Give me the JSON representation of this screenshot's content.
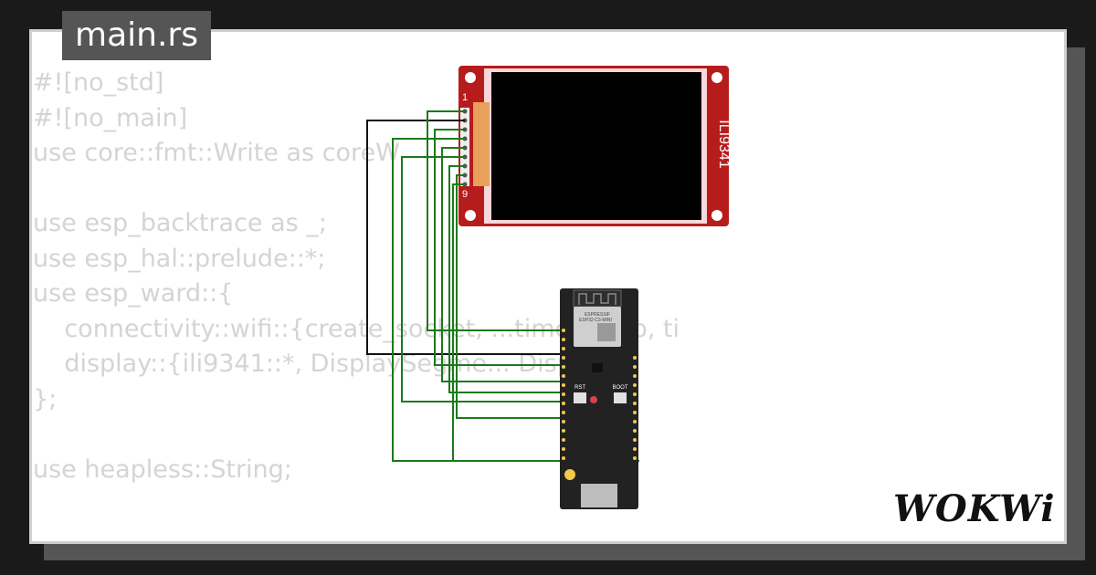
{
  "file_tab": {
    "label": "main.rs"
  },
  "code_lines": [
    "#![no_std]",
    "#![no_main]",
    "use core::fmt::Write as coreW",
    "",
    "use esp_backtrace as _;",
    "use esp_hal::prelude::*;",
    "use esp_ward::{",
    "    connectivity::wifi::{create_socket, ...timestamp, ti",
    "    display::{ili9341::*, DisplaySegme... Display},",
    "};",
    "",
    "use heapless::String;"
  ],
  "display_module": {
    "label": "ILI9341",
    "pin_first": "1",
    "pin_last": "9"
  },
  "board": {
    "brand": "ESPRESSIF",
    "model": "ESP32-C3-MINI",
    "buttons": [
      "RST",
      "BOOT"
    ]
  },
  "logo": {
    "text": "WOKWi"
  },
  "colors": {
    "background": "#1a1a1a",
    "card": "#ffffff",
    "tab": "#555555",
    "code": "#d4d4d4",
    "pcb_red": "#b71c1c",
    "wire_green": "#1b7a1b",
    "wire_black": "#111111",
    "board": "#222222"
  }
}
